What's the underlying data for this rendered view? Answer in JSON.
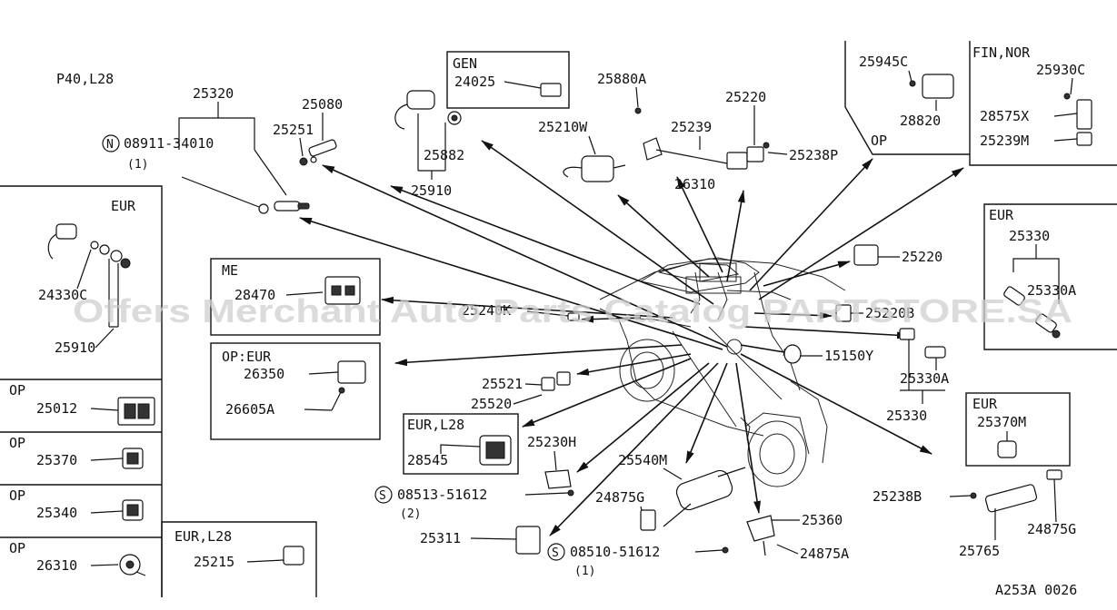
{
  "header": {
    "model": "P40,L28",
    "diagram_code": "A253A 0026"
  },
  "watermark": "Offers Merchant Auto Parts Catalog PARTSTORE.SA",
  "callouts": {
    "p25320": "25320",
    "p25080": "25080",
    "p25251": "25251",
    "bolt_code": "08911-34010",
    "bolt_circle": "N",
    "bolt_qty": "(1)",
    "p25882": "25882",
    "p25910": "25910",
    "p24025": "24025",
    "gen": "GEN",
    "p25880a": "25880A",
    "p25210w": "25210W",
    "p25220_top": "25220",
    "p25239": "25239",
    "p26310_top": "26310",
    "p25238p": "25238P",
    "p25945c": "25945C",
    "p28820": "28820",
    "op_top": "OP",
    "fin_nor": "FIN,NOR",
    "p25930c": "25930C",
    "p28575x": "28575X",
    "p25239m": "25239M",
    "eur_left": "EUR",
    "p24330c": "24330C",
    "p25910_left": "25910",
    "me": "ME",
    "p28470": "28470",
    "p25240k": "25240K",
    "op_eur": "OP:EUR",
    "p26350": "26350",
    "p26605a": "26605A",
    "p25521": "25521",
    "p25520": "25520",
    "eur_l28": "EUR,L28",
    "p28545": "28545",
    "p25230h": "25230H",
    "screw1_circle": "S",
    "screw1_code": "08513-51612",
    "screw1_qty": "(2)",
    "p25540m": "25540M",
    "p24875g_mid": "24875G",
    "p25311": "25311",
    "screw2_circle": "S",
    "screw2_code": "08510-51612",
    "screw2_qty": "(1)",
    "p25360": "25360",
    "p24875a": "24875A",
    "p25220_right": "25220",
    "p25220b": "25220B",
    "p15150y": "15150Y",
    "p25330a_bottom": "25330A",
    "p25330_bottom": "25330",
    "eur_right": "EUR",
    "p25330_right": "25330",
    "p25330a_right": "25330A",
    "eur_lower": "EUR",
    "p25370m": "25370M",
    "p25238b": "25238B",
    "p25765": "25765",
    "p24875g_right": "24875G"
  },
  "left_panel": [
    {
      "tag": "OP",
      "part": "25012"
    },
    {
      "tag": "OP",
      "part": "25370"
    },
    {
      "tag": "OP",
      "part": "25340"
    },
    {
      "tag": "OP",
      "part": "26310"
    }
  ],
  "eur_l28_box": {
    "tag": "EUR,L28",
    "part": "25215"
  }
}
